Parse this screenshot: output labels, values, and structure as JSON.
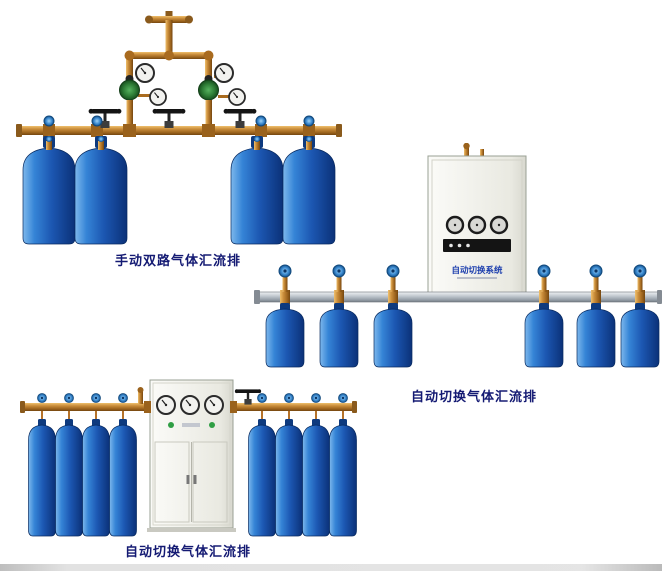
{
  "page": {
    "background": "#ffffff"
  },
  "products": [
    {
      "id": "manual-dual-manifold",
      "caption": "手动双路气体汇流排",
      "cylinder_count": 4
    },
    {
      "id": "auto-switch-manifold-wall",
      "caption": "自动切换气体汇流排",
      "cabinet_label": "自动切换系统",
      "cylinder_count": 6
    },
    {
      "id": "auto-switch-manifold-cabinet",
      "caption": "自动切换气体汇流排",
      "cylinder_count": 8
    }
  ],
  "colors": {
    "caption_text": "#141a73",
    "cylinder_blue": "#1c57b2",
    "brass": "#c98c3a",
    "steel_pipe": "#c2c9d0",
    "cabinet_body": "#f2f2ec",
    "cabinet_label_blue": "#1d3fae",
    "valve_wheel_blue": "#3b8ad0",
    "regulator_green": "#2e7d36"
  }
}
